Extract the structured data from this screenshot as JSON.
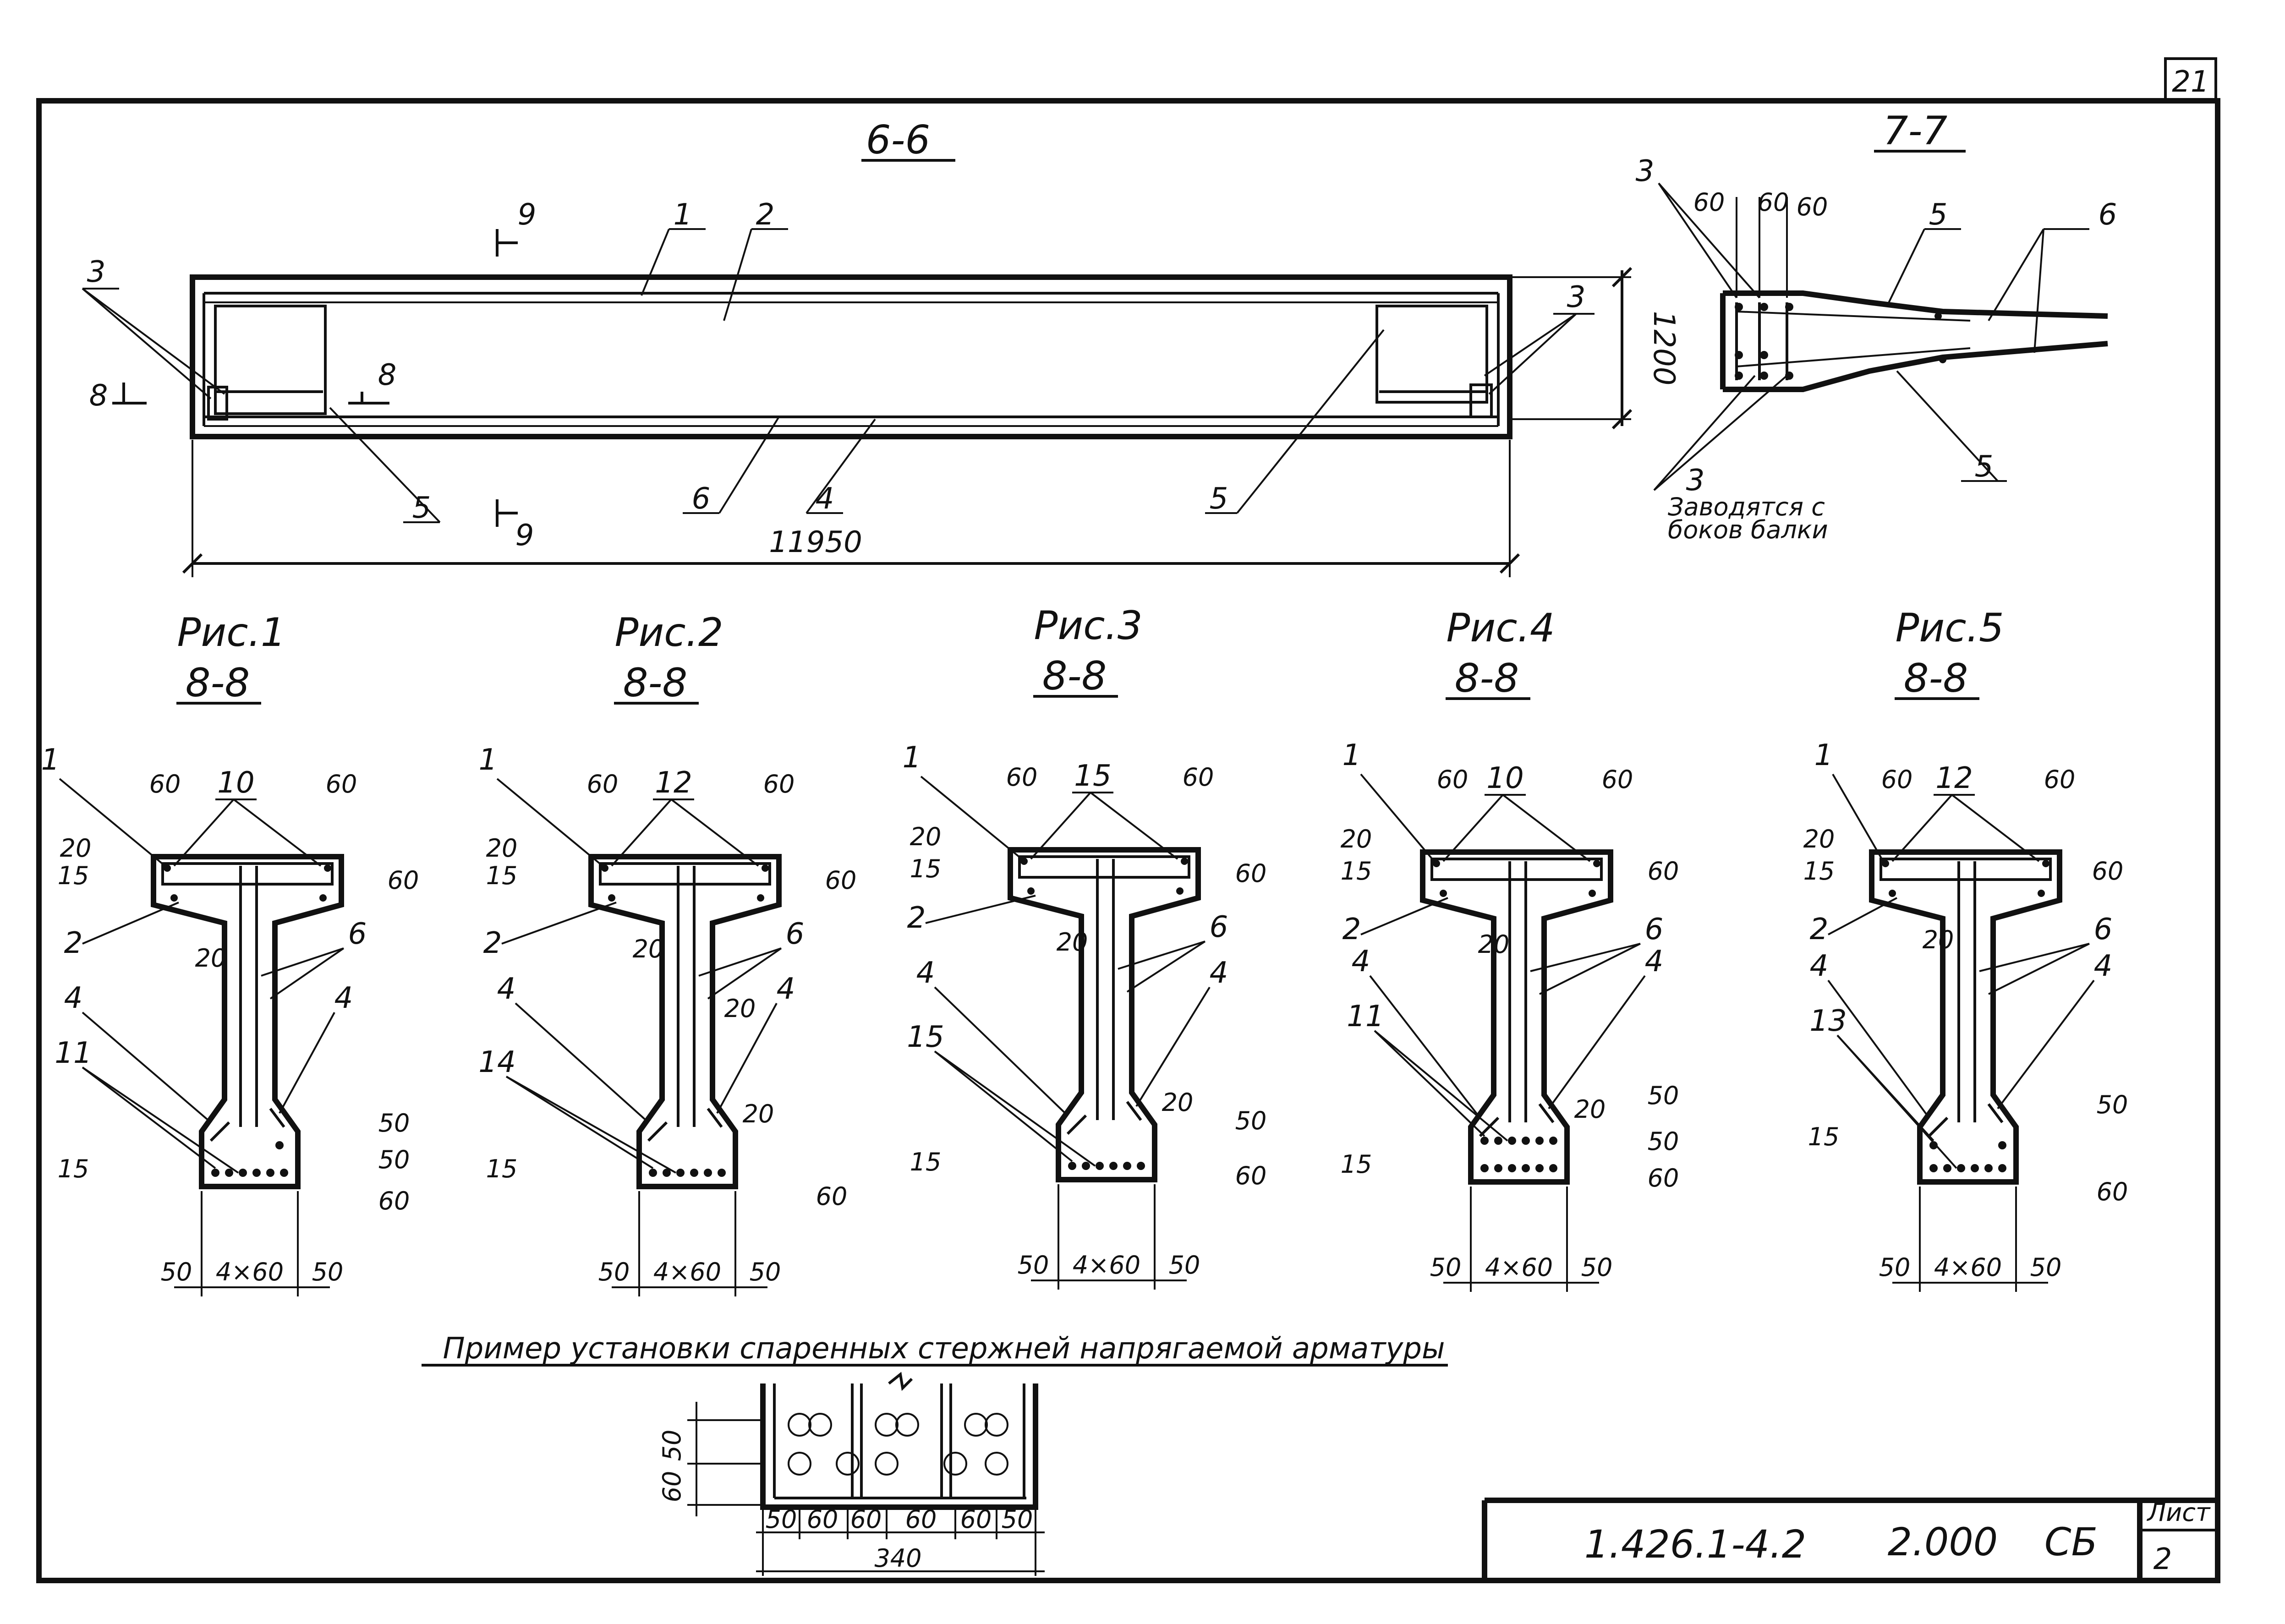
{
  "sheet_corner": "21",
  "main_view": {
    "title": "6-6",
    "length": "11950",
    "height": "1200",
    "callouts": [
      "1",
      "2",
      "3",
      "3",
      "4",
      "5",
      "5",
      "6"
    ],
    "section_marks": [
      "8",
      "8",
      "9",
      "9"
    ]
  },
  "view_77": {
    "title": "7-7",
    "dims": [
      "60",
      "60",
      "60"
    ],
    "callouts": [
      "3",
      "5",
      "6",
      "5",
      "3"
    ],
    "note_line1": "Заводятся с",
    "note_line2": "боков балки"
  },
  "figures": [
    {
      "name": "Рис.1",
      "section": "8-8",
      "top": "10",
      "bottom": "11"
    },
    {
      "name": "Рис.2",
      "section": "8-8",
      "top": "12",
      "bottom": "14"
    },
    {
      "name": "Рис.3",
      "section": "8-8",
      "top": "15",
      "bottom": "15"
    },
    {
      "name": "Рис.4",
      "section": "8-8",
      "top": "10",
      "bottom": "11"
    },
    {
      "name": "Рис.5",
      "section": "8-8",
      "top": "12",
      "bottom": "13"
    }
  ],
  "fig_common": {
    "d60": "60",
    "d20": "20",
    "d15": "15",
    "d50": "50",
    "c1": "1",
    "c2": "2",
    "c4": "4",
    "c6": "6",
    "pitch": "4×60"
  },
  "example": {
    "title": "Пример установки спаренных стержней напрягаемой арматуры",
    "dims_bottom": [
      "50",
      "60",
      "60",
      "60",
      "60",
      "50"
    ],
    "total": "340",
    "dims_left": [
      "50",
      "60"
    ]
  },
  "title_block": {
    "code": "1.426.1-4.2",
    "num": "2.000",
    "type": "СБ",
    "sheet_label": "Лист",
    "sheet_no": "2"
  }
}
